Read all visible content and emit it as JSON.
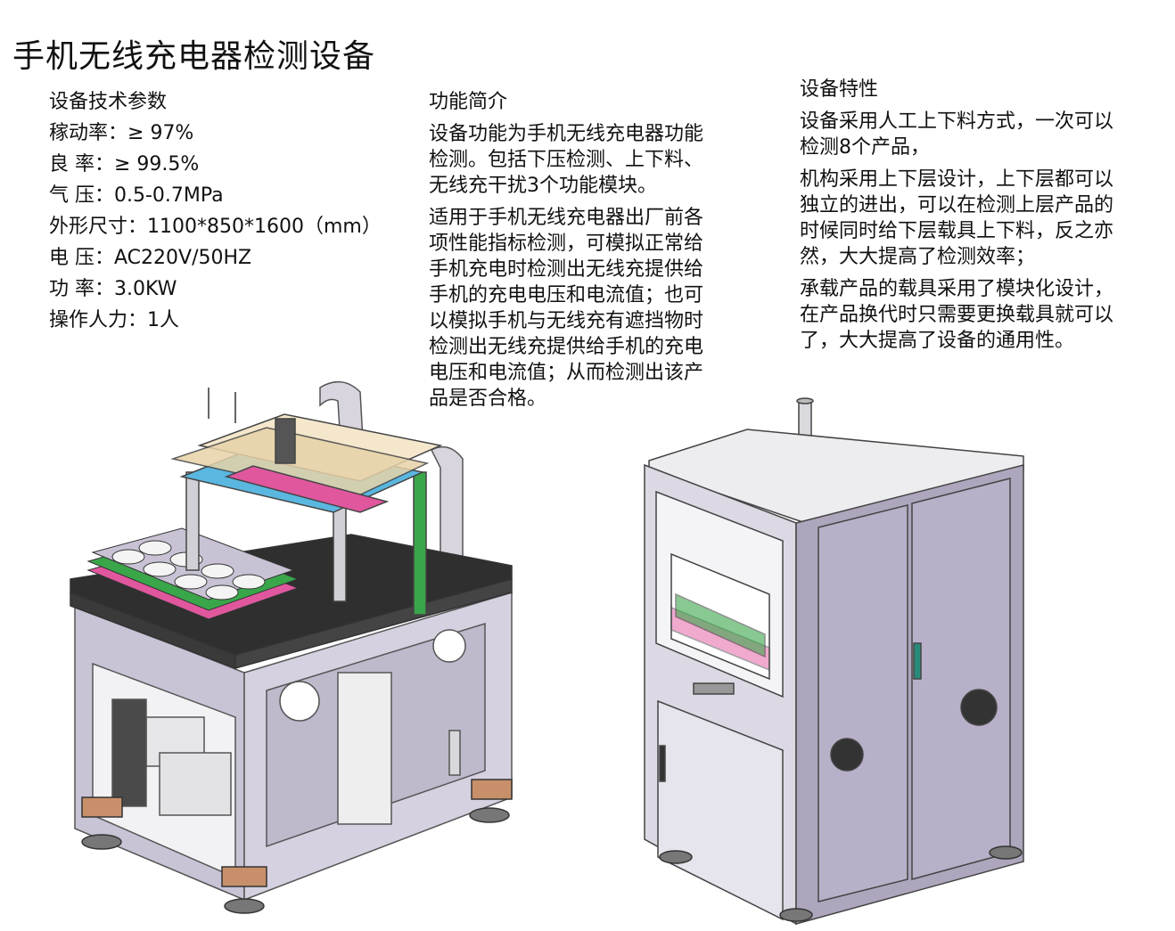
{
  "title": "手机无线充电器检测设备",
  "specs": {
    "heading": "设备技术参数",
    "items": [
      {
        "label": "稼动率：",
        "value": "≥ 97%"
      },
      {
        "label": "良 率：",
        "value": "≥ 99.5%"
      },
      {
        "label": "气 压：",
        "value": "0.5-0.7MPa"
      },
      {
        "label": "外形尺寸：",
        "value": "1100*850*1600（mm）"
      },
      {
        "label": "电 压：",
        "value": "AC220V/50HZ"
      },
      {
        "label": "功 率：",
        "value": "3.0KW"
      },
      {
        "label": "操作人力：",
        "value": "1人"
      }
    ]
  },
  "intro": {
    "heading": "功能简介",
    "paragraphs": [
      [
        "设备功能为手机无线充电器功能",
        "检测。包括下压检测、上下料、",
        "无线充干扰3个功能模块。"
      ],
      [
        "适用于手机无线充电器出厂前各",
        "项性能指标检测，可模拟正常给",
        "手机充电时检测出无线充提供给",
        "手机的充电电压和电流值；也可",
        "以模拟手机与无线充有遮挡物时",
        "检测出无线充提供给手机的充电",
        "电压和电流值；从而检测出该产",
        "品是否合格。"
      ]
    ]
  },
  "features": {
    "heading": "设备特性",
    "paragraphs": [
      [
        "设备采用人工上下料方式，一次可以",
        "检测8个产品，"
      ],
      [
        "机构采用上下层设计，上下层都可以",
        "独立的进出，可以在检测上层产品的",
        "时候同时给下层载具上下料，反之亦",
        "然，大大提高了检测效率；"
      ],
      [
        "承载产品的载具采用了模块化设计，",
        "在产品换代时只需要更换载具就可以",
        "了，大大提高了设备的通用性。"
      ]
    ]
  },
  "colors": {
    "frame": "#c9c3d6",
    "frame_dark": "#8e879e",
    "table_top": "#2f2f2f",
    "cabinet": "#aea6bd",
    "cabinet_light": "#dcd9e4",
    "base_wood": "#c8906a",
    "green": "#3aa64a",
    "magenta": "#e0579e",
    "cyan": "#5ab7e0"
  }
}
